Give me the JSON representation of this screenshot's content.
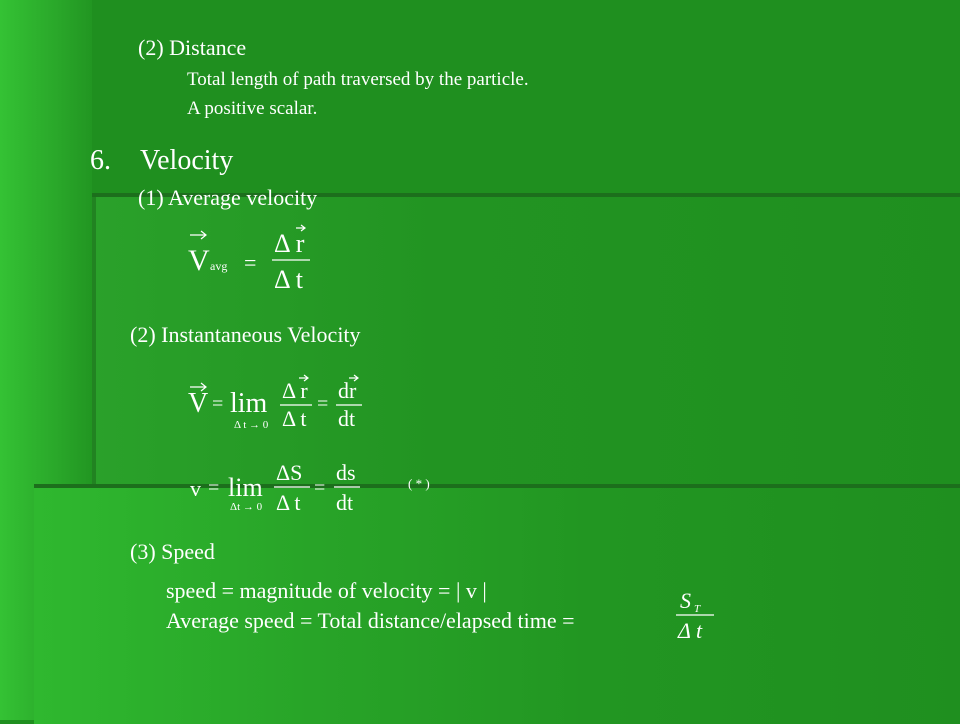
{
  "distance": {
    "heading": "(2) Distance",
    "lines": [
      "Total length of path traversed by the particle.",
      "A positive scalar."
    ]
  },
  "velocity": {
    "number": "6.",
    "title": "Velocity",
    "average_heading": "(1) Average velocity",
    "instantaneous_heading": "(2) Instantaneous Velocity"
  },
  "eq_avg": {
    "lhs": "V",
    "sub": "avg",
    "eq": "=",
    "num": "Δ r",
    "den": "Δ t"
  },
  "eq_inst_vec": {
    "lhs": "V",
    "eq1": "=",
    "lim": "lim",
    "limsub": "Δ t → 0",
    "num1": "Δ r",
    "den1": "Δ t",
    "eq2": "=",
    "num2": "dr",
    "den2": "dt"
  },
  "eq_inst_scalar": {
    "lhs": "v",
    "eq1": "=",
    "lim": "lim",
    "limsub": "Δt → 0",
    "num1": "ΔS",
    "den1": "Δ t",
    "eq2": "=",
    "num2": "ds",
    "den2": "dt",
    "note": "( * )"
  },
  "speed": {
    "heading": "(3) Speed",
    "line1": "speed = magnitude of velocity = | v |",
    "line2": "Average speed = Total distance/elapsed time =",
    "frac_num": "S",
    "frac_num_sub": "T",
    "frac_den": "Δ t"
  }
}
